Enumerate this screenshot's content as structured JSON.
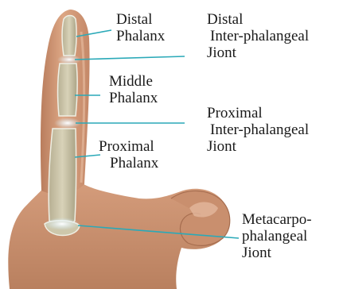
{
  "labels": {
    "distal_phalanx": [
      "Distal",
      "Phalanx"
    ],
    "middle_phalanx": [
      "Middle",
      "Phalanx"
    ],
    "proximal_phalanx": [
      "Proximal",
      "Phalanx"
    ],
    "dip_joint": [
      "Distal",
      "Inter-phalangeal",
      "Jiont"
    ],
    "pip_joint": [
      "Proximal",
      "Inter-phalangeal",
      "Jiont"
    ],
    "mcp_joint": [
      "Metacarpo-",
      "phalangeal",
      "Jiont"
    ]
  },
  "colors": {
    "skin": "#d9a07f",
    "skin_shadow": "#b87a5a",
    "bone": "#c8c2a6",
    "joint_glow": "#eaf6ff",
    "leader_line": "#2aa9b8"
  }
}
